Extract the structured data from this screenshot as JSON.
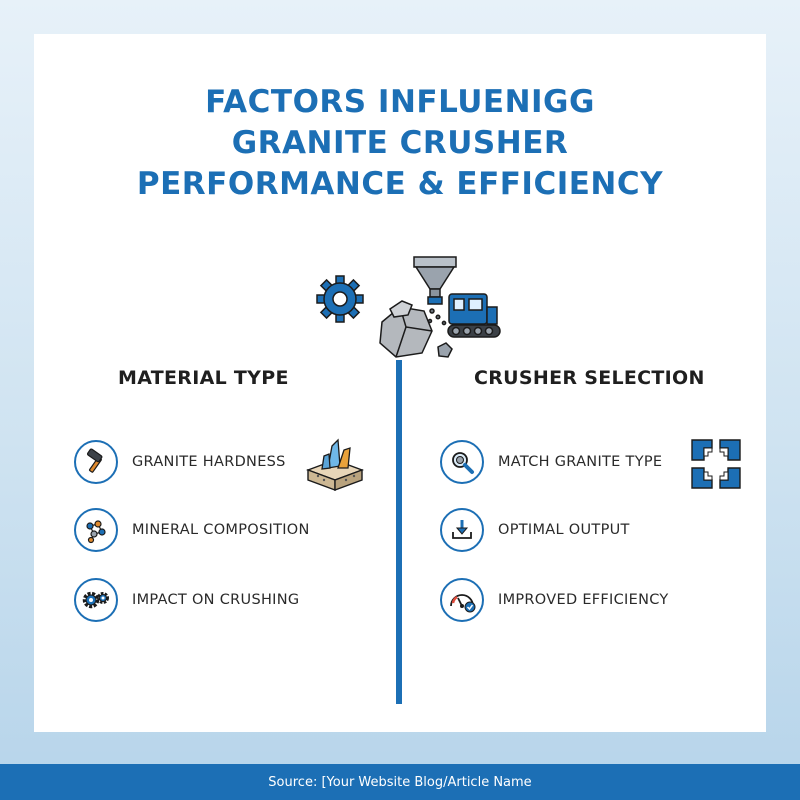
{
  "title": {
    "line1": "FACTORS INFLUENIGG",
    "line2": "GRANITE CRUSHER",
    "line3": "PERFORMANCE & EFFICIENCY"
  },
  "left_column": {
    "heading": "MATERIAL TYPE",
    "items": [
      {
        "label": "GRANITE HARDNESS",
        "icon": "hammer-icon"
      },
      {
        "label": "MINERAL COMPOSITION",
        "icon": "molecule-icon"
      },
      {
        "label": "IMPACT ON CRUSHING",
        "icon": "gears-icon"
      }
    ]
  },
  "right_column": {
    "heading": "CRUSHER SELECTION",
    "items": [
      {
        "label": "MATCH GRANITE TYPE",
        "icon": "magnifier-icon"
      },
      {
        "label": "OPTIMAL OUTPUT",
        "icon": "download-tray-icon"
      },
      {
        "label": "IMPROVED EFFICIENCY",
        "icon": "gauge-icon"
      }
    ]
  },
  "footer": {
    "source": "Source: [Your Website Blog/Article Name"
  },
  "colors": {
    "accent": "#1c6fb5",
    "text": "#2a2a2a",
    "background": "#ffffff"
  }
}
